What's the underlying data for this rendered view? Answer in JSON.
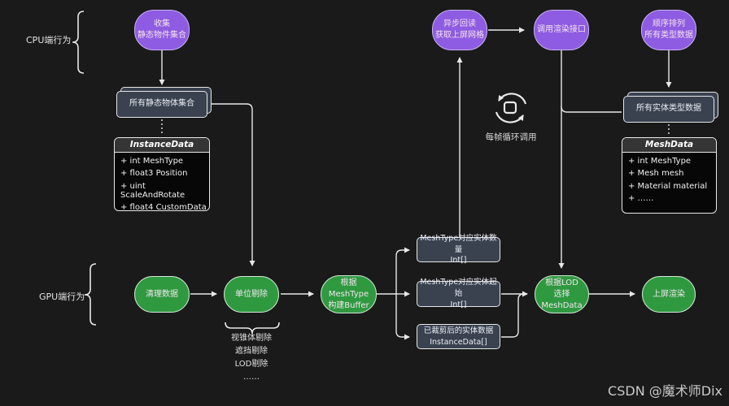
{
  "side_labels": {
    "cpu": "CPU端行为",
    "gpu": "GPU端行为"
  },
  "top_nodes": {
    "collect": "收集\n静态物件集合",
    "async_readback": "异步回读\n获取上屏网格",
    "call_render_api": "调用渲染接口",
    "sort_all_types": "顺序排列\n所有类型数据"
  },
  "data_stores": {
    "all_static_objects": "所有静态物体集合",
    "all_entity_type_data": "所有实体类型数据"
  },
  "class_boxes": {
    "instance_data": {
      "title": "InstanceData",
      "fields": [
        "+ int MeshType",
        "+ float3 Position",
        "+ uint ScaleAndRotate",
        "+ float4 CustomData"
      ]
    },
    "mesh_data": {
      "title": "MeshData",
      "fields": [
        "+ int MeshType",
        "+ Mesh mesh",
        "+ Material material",
        "+ ……"
      ]
    }
  },
  "loop": {
    "label": "每帧循环调用"
  },
  "gpu_nodes": {
    "clear_data": "清理数据",
    "unit_culling": "单位剔除",
    "build_buffer": "根据MeshType\n构建Buffer",
    "select_mesh_by_lod": "根据LOD\n选择MeshData",
    "render_to_screen": "上屏渲染"
  },
  "buffers": [
    "MeshType对应实体数量\nInt[]",
    "MeshType对应实体起始\nInt[]",
    "已裁剪后的实体数据\nInstanceData[]"
  ],
  "culling_note": "视锥体剔除\n遮挡剔除\nLOD剔除\n……",
  "watermark": "CSDN @魔术师Dix",
  "colors": {
    "background": "#1a1a1b",
    "purple": "#8e5ce2",
    "green": "#2f9940",
    "slate": "#3a4250",
    "line": "#e8e8e8"
  }
}
